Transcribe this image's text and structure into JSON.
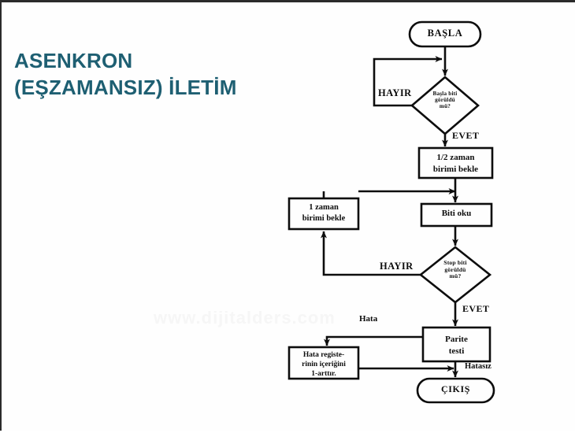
{
  "slide": {
    "title_lines": [
      "ASENKRON",
      "(EŞZAMANSIZ) İLETİM"
    ],
    "title_color": "#1e5f72",
    "background": "#fefefe",
    "watermark": "www.dijitalders.com"
  },
  "flowchart": {
    "stroke_color": "#0d0d0d",
    "nodes": [
      {
        "id": "start",
        "shape": "terminator",
        "label": "BAŞLA"
      },
      {
        "id": "start-bit-q",
        "shape": "decision",
        "label": "Başla biti\ngörüldü\nmü?",
        "label_lines": [
          "Başla biti",
          "görüldü",
          "mü?"
        ]
      },
      {
        "id": "half-wait",
        "shape": "process",
        "label": "1/2 zaman\nbirimi bekle",
        "label_lines": [
          "1/2 zaman",
          "birimi bekle"
        ]
      },
      {
        "id": "read-bit",
        "shape": "process",
        "label": "Biti oku",
        "label_lines": [
          "Biti oku"
        ]
      },
      {
        "id": "one-wait",
        "shape": "process",
        "label": "1 zaman\nbirimi bekle",
        "label_lines": [
          "1 zaman",
          "birimi bekle"
        ]
      },
      {
        "id": "stop-bit-q",
        "shape": "decision",
        "label": "Stop biti\ngörüldü\nmü?",
        "label_lines": [
          "Stop biti",
          "görüldü",
          "mü?"
        ]
      },
      {
        "id": "parity-test",
        "shape": "process",
        "label": "Parite\ntesti",
        "label_lines": [
          "Parite",
          "testi"
        ]
      },
      {
        "id": "error-reg",
        "shape": "process",
        "label": "Hata registe-\nrinin içeriğini\n1-arttır.",
        "label_lines": [
          "Hata registe-",
          "rinin içeriğini",
          "1-arttır."
        ]
      },
      {
        "id": "exit",
        "shape": "terminator",
        "label": "ÇIKIŞ"
      }
    ],
    "edge_labels": [
      {
        "id": "no-start",
        "text": "HAYIR"
      },
      {
        "id": "yes-start",
        "text": "EVET"
      },
      {
        "id": "no-stop",
        "text": "HAYIR"
      },
      {
        "id": "yes-stop",
        "text": "EVET"
      },
      {
        "id": "error",
        "text": "Hata"
      },
      {
        "id": "no-error",
        "text": "Hatasız"
      }
    ]
  }
}
